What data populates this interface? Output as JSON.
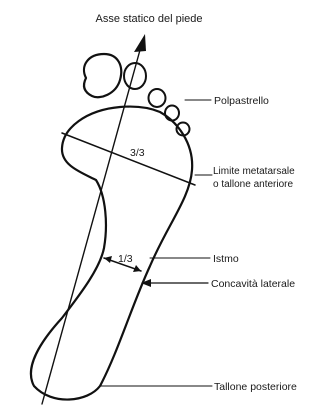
{
  "title": "Asse statico del piede",
  "labels": {
    "polpastrello": "Polpastrello",
    "limite_line1": "Limite metatarsale",
    "limite_line2": "o tallone anteriore",
    "istmo": "Istmo",
    "concavita": "Concavità laterale",
    "tallone": "Tallone posteriore"
  },
  "measures": {
    "forefoot": "3/3",
    "isthmus": "1/3"
  }
}
